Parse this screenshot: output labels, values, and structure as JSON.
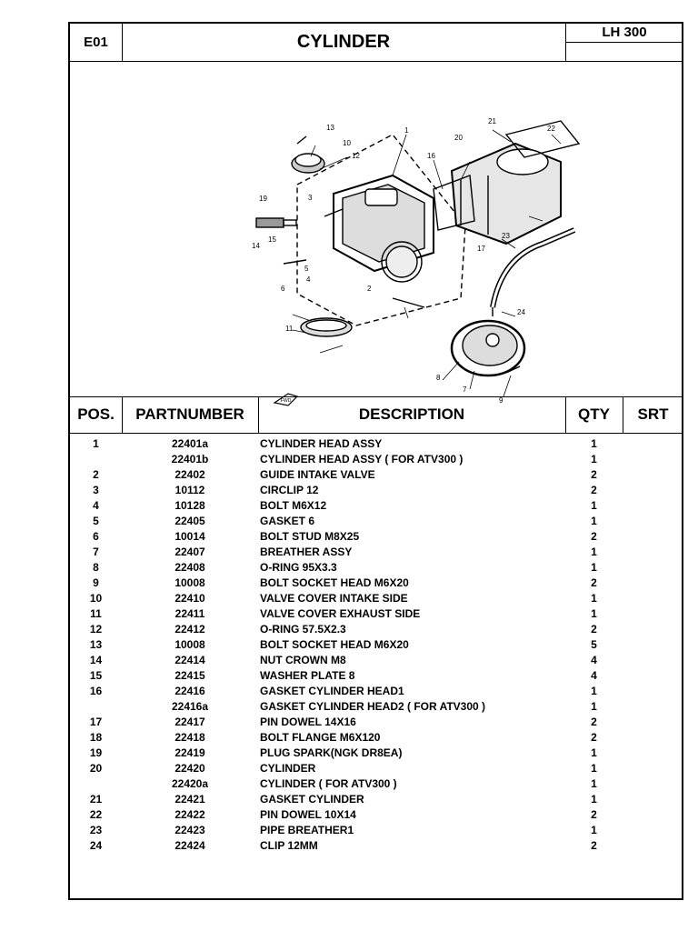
{
  "header": {
    "section": "E01",
    "title": "CYLINDER",
    "model": "LH 300"
  },
  "columns": {
    "pos": "POS.",
    "partnumber": "PARTNUMBER",
    "description": "DESCRIPTION",
    "qty": "QTY",
    "srt": "SRT"
  },
  "diagram": {
    "callouts": [
      "1",
      "2",
      "3",
      "4",
      "5",
      "6",
      "7",
      "8",
      "9",
      "10",
      "11",
      "12",
      "13",
      "14",
      "15",
      "16",
      "17",
      "19",
      "20",
      "21",
      "22",
      "23",
      "24"
    ],
    "fwd_label": "FWD"
  },
  "rows": [
    {
      "pos": "1",
      "part": "22401a",
      "desc": "CYLINDER HEAD ASSY",
      "qty": "1"
    },
    {
      "pos": "",
      "part": "22401b",
      "desc": "CYLINDER HEAD ASSY  ( FOR ATV300 )",
      "qty": "1"
    },
    {
      "pos": "2",
      "part": "22402",
      "desc": "GUIDE INTAKE VALVE",
      "qty": "2"
    },
    {
      "pos": "3",
      "part": "10112",
      "desc": "CIRCLIP 12",
      "qty": "2"
    },
    {
      "pos": "4",
      "part": "10128",
      "desc": "BOLT M6X12",
      "qty": "1"
    },
    {
      "pos": "5",
      "part": "22405",
      "desc": "GASKET 6",
      "qty": "1"
    },
    {
      "pos": "6",
      "part": "10014",
      "desc": "BOLT STUD M8X25",
      "qty": "2"
    },
    {
      "pos": "7",
      "part": "22407",
      "desc": "BREATHER ASSY",
      "qty": "1"
    },
    {
      "pos": "8",
      "part": "22408",
      "desc": "O-RING 95X3.3",
      "qty": "1"
    },
    {
      "pos": "9",
      "part": "10008",
      "desc": "BOLT SOCKET HEAD M6X20",
      "qty": "2"
    },
    {
      "pos": "10",
      "part": "22410",
      "desc": "VALVE COVER INTAKE SIDE",
      "qty": "1"
    },
    {
      "pos": "11",
      "part": "22411",
      "desc": "VALVE COVER EXHAUST SIDE",
      "qty": "1"
    },
    {
      "pos": "12",
      "part": "22412",
      "desc": "O-RING 57.5X2.3",
      "qty": "2"
    },
    {
      "pos": "13",
      "part": "10008",
      "desc": "BOLT SOCKET HEAD M6X20",
      "qty": "5"
    },
    {
      "pos": "14",
      "part": "22414",
      "desc": "NUT CROWN M8",
      "qty": "4"
    },
    {
      "pos": "15",
      "part": "22415",
      "desc": "WASHER PLATE 8",
      "qty": "4"
    },
    {
      "pos": "16",
      "part": "22416",
      "desc": "GASKET CYLINDER HEAD1",
      "qty": "1"
    },
    {
      "pos": "",
      "part": "22416a",
      "desc": "GASKET CYLINDER HEAD2  ( FOR ATV300 )",
      "qty": "1"
    },
    {
      "pos": "17",
      "part": "22417",
      "desc": "PIN DOWEL 14X16",
      "qty": "2"
    },
    {
      "pos": "18",
      "part": "22418",
      "desc": "BOLT FLANGE M6X120",
      "qty": "2"
    },
    {
      "pos": "19",
      "part": "22419",
      "desc": "PLUG SPARK(NGK DR8EA)",
      "qty": "1"
    },
    {
      "pos": "20",
      "part": "22420",
      "desc": "CYLINDER",
      "qty": "1"
    },
    {
      "pos": "",
      "part": "22420a",
      "desc": "CYLINDER  ( FOR ATV300 )",
      "qty": "1"
    },
    {
      "pos": "21",
      "part": "22421",
      "desc": "GASKET CYLINDER",
      "qty": "1"
    },
    {
      "pos": "22",
      "part": "22422",
      "desc": "PIN DOWEL 10X14",
      "qty": "2"
    },
    {
      "pos": "23",
      "part": "22423",
      "desc": "PIPE BREATHER1",
      "qty": "1"
    },
    {
      "pos": "24",
      "part": "22424",
      "desc": "CLIP 12MM",
      "qty": "2"
    }
  ]
}
